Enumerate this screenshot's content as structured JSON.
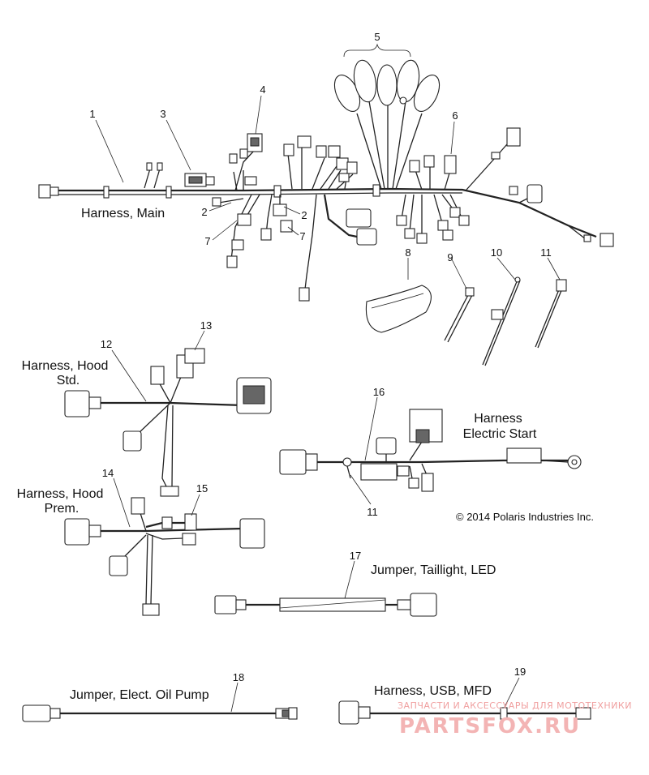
{
  "callouts": {
    "c1": "1",
    "c2a": "2",
    "c2b": "2",
    "c3": "3",
    "c4": "4",
    "c5": "5",
    "c6": "6",
    "c7a": "7",
    "c7b": "7",
    "c8": "8",
    "c9": "9",
    "c10": "10",
    "c11a": "11",
    "c11b": "11",
    "c12": "12",
    "c13": "13",
    "c14": "14",
    "c15": "15",
    "c16": "16",
    "c17": "17",
    "c18": "18",
    "c19": "19"
  },
  "labels": {
    "harness_main": "Harness, Main",
    "hood_std_1": "Harness, Hood",
    "hood_std_2": "Std.",
    "hood_prem_1": "Harness, Hood",
    "hood_prem_2": "Prem.",
    "electric_start_1": "Harness",
    "electric_start_2": "Electric Start",
    "taillight": "Jumper, Taillight, LED",
    "oil_pump": "Jumper, Elect. Oil Pump",
    "usb_mfd": "Harness, USB, MFD"
  },
  "copyright": "© 2014 Polaris Industries Inc.",
  "watermark": {
    "tagline": "ЗАПЧАСТИ И АКСЕССУАРЫ ДЛЯ МОТОТЕХНИКИ",
    "brand": "PARTSFOX.RU"
  }
}
